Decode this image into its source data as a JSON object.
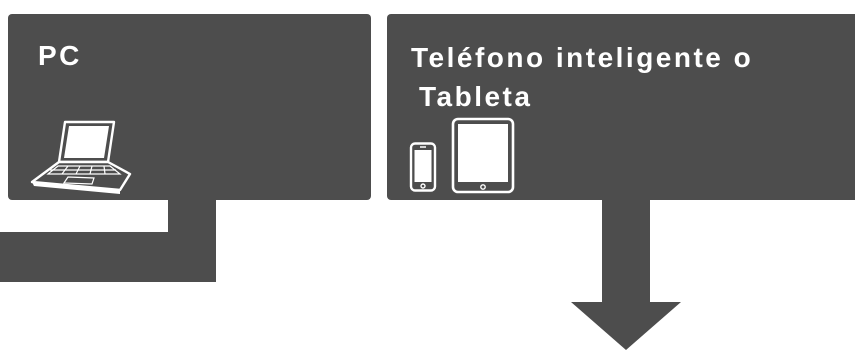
{
  "colors": {
    "card_background": "#4d4d4d",
    "title_text": "#ffffff",
    "connector": "#4d4d4d",
    "page_background": "#ffffff"
  },
  "cards": {
    "pc": {
      "title": "PC",
      "icon": "laptop-icon"
    },
    "mobile": {
      "title_line1": "Teléfono inteligente o",
      "title_line2": "Tableta",
      "icons": [
        "smartphone-icon",
        "tablet-icon"
      ]
    }
  },
  "connectors": [
    "l-shaped-connector",
    "down-arrow"
  ]
}
